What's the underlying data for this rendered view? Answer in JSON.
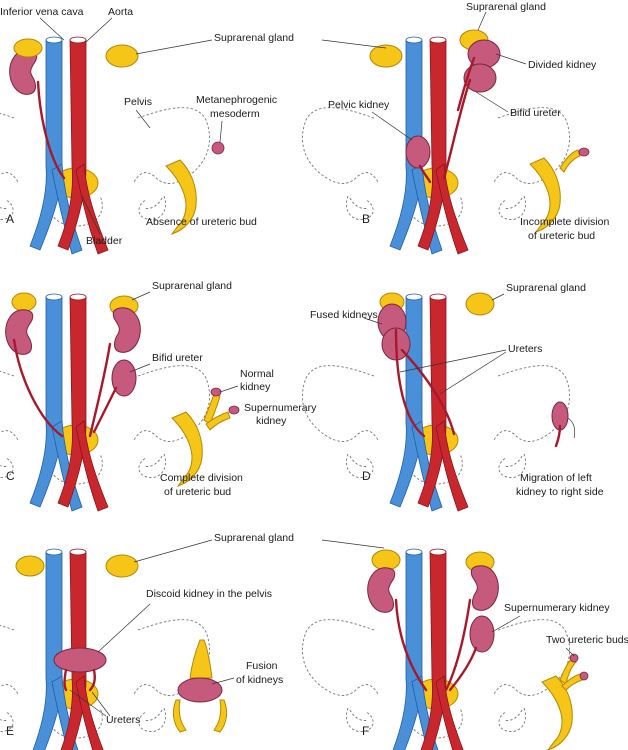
{
  "panels": {
    "A": {
      "letter": "A",
      "labels": {
        "ivc": "Inferior vena cava",
        "aorta": "Aorta",
        "suprarenal": "Suprarenal gland",
        "pelvis": "Pelvis",
        "meso1": "Metanephrogenic",
        "meso2": "mesoderm",
        "bladder": "Bladder",
        "caption": "Absence of ureteric bud"
      }
    },
    "B": {
      "letter": "B",
      "labels": {
        "suprarenal": "Suprarenal gland",
        "divided": "Divided kidney",
        "pelvic": "Pelvic kidney",
        "bifid": "Bifid ureter",
        "caption1": "Incomplete division",
        "caption2": "of ureteric bud"
      }
    },
    "C": {
      "letter": "C",
      "labels": {
        "suprarenal": "Suprarenal gland",
        "bifid": "Bifid ureter",
        "normal1": "Normal",
        "normal2": "kidney",
        "super1": "Supernumerary",
        "super2": "kidney",
        "caption1": "Complete division",
        "caption2": "of ureteric bud"
      }
    },
    "D": {
      "letter": "D",
      "labels": {
        "fused": "Fused kidneys",
        "suprarenal": "Suprarenal gland",
        "ureters": "Ureters",
        "caption1": "Migration of left",
        "caption2": "kidney to right side"
      }
    },
    "E": {
      "letter": "E",
      "labels": {
        "suprarenal": "Suprarenal gland",
        "discoid": "Discoid kidney in the pelvis",
        "fusion1": "Fusion",
        "fusion2": "of kidneys",
        "ureters": "Ureters"
      }
    },
    "F": {
      "letter": "F",
      "labels": {
        "super": "Supernumerary kidney",
        "twobuds": "Two ureteric buds"
      }
    }
  }
}
